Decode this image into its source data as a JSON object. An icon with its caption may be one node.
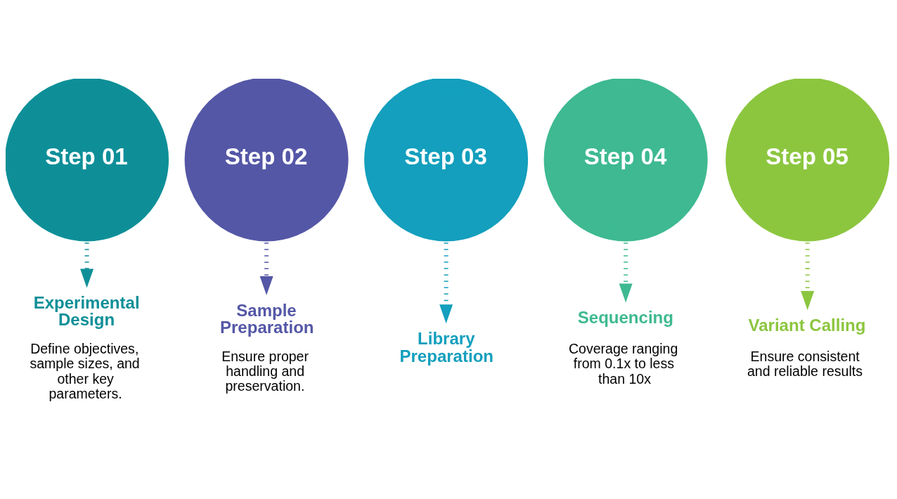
{
  "diagram": {
    "nodes": [
      {
        "text": [
          "Step 01"
        ]
      },
      {
        "text": [
          "Step 02"
        ]
      },
      {
        "text": [
          "Step 03"
        ]
      },
      {
        "text": [
          "Step 04"
        ]
      },
      {
        "text": [
          "Step 05"
        ]
      },
      {
        "text": [
          "Experimental Design",
          "Define objectives, sample sizes, and other key parameters."
        ]
      },
      {
        "text": [
          "Sample Preparation",
          "Ensure proper handling and preservation."
        ]
      },
      {
        "text": [
          "Library Preparation"
        ]
      },
      {
        "text": [
          "Sequencing",
          "Coverage ranging from 0.1x to less than 10x"
        ]
      },
      {
        "text": [
          "Variant Calling",
          "Ensure consistent and reliable results"
        ]
      }
    ],
    "edges": [
      {
        "from": 0,
        "to": 5,
        "arrow": "to",
        "style": "dashed",
        "color": "#0e8f98"
      },
      {
        "from": 1,
        "to": 6,
        "arrow": "to",
        "style": "dashed",
        "color": "#5457a6"
      },
      {
        "from": 2,
        "to": 7,
        "arrow": "to",
        "style": "dashed",
        "color": "#139fbd"
      },
      {
        "from": 3,
        "to": 8,
        "arrow": "to",
        "style": "dashed",
        "color": "#3eb991"
      },
      {
        "from": 4,
        "to": 9,
        "arrow": "to",
        "style": "dashed",
        "color": "#8cc63f"
      }
    ]
  }
}
